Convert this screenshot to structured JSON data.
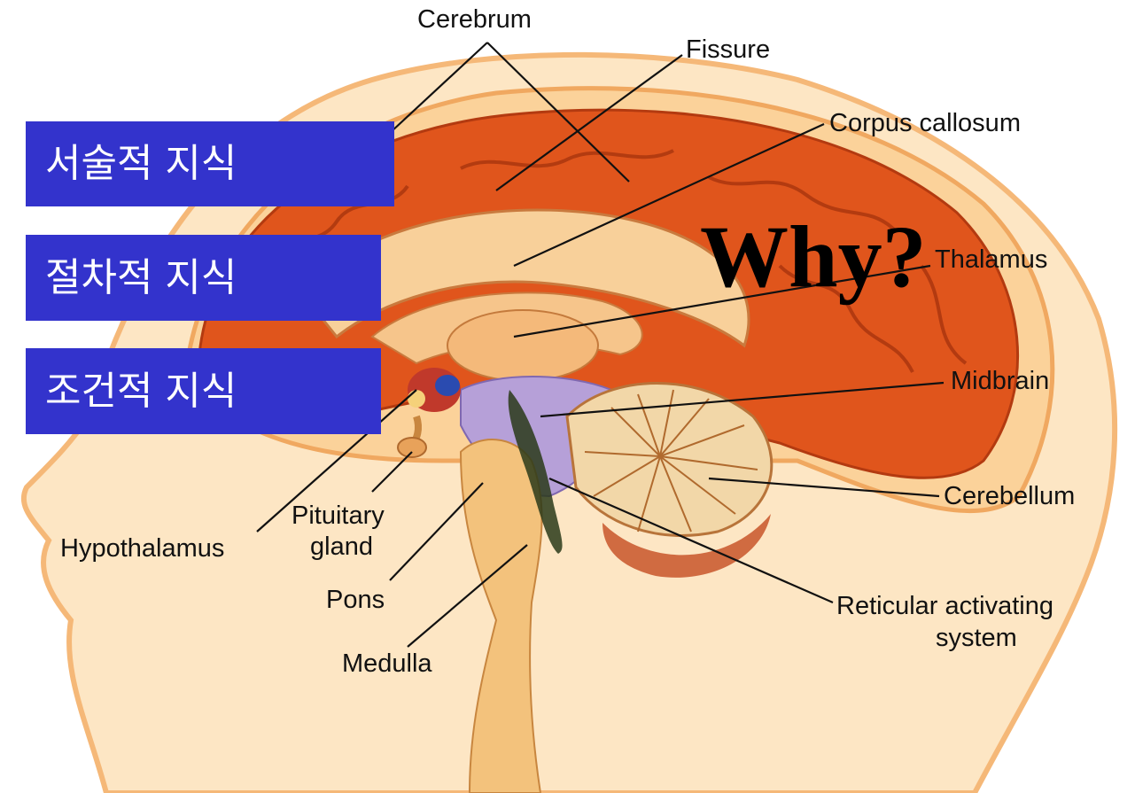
{
  "labels": {
    "cerebrum": "Cerebrum",
    "fissure": "Fissure",
    "corpus_callosum": "Corpus callosum",
    "thalamus": "Thalamus",
    "midbrain": "Midbrain",
    "cerebellum": "Cerebellum",
    "reticular_line1": "Reticular activating",
    "reticular_line2": "system",
    "hypothalamus": "Hypothalamus",
    "pituitary_line1": "Pituitary",
    "pituitary_line2": "gland",
    "pons": "Pons",
    "medulla": "Medulla"
  },
  "overlay": {
    "declarative": "서술적 지식",
    "procedural": "절차적 지식",
    "conditional": "조건적 지식",
    "question": "Why?"
  },
  "colors": {
    "box_blue": "#3333cc",
    "skin": "#f9cf8f",
    "cortex": "#e0551c",
    "brainstem": "#f3c27c",
    "cerebellum": "#f2d7a8"
  }
}
